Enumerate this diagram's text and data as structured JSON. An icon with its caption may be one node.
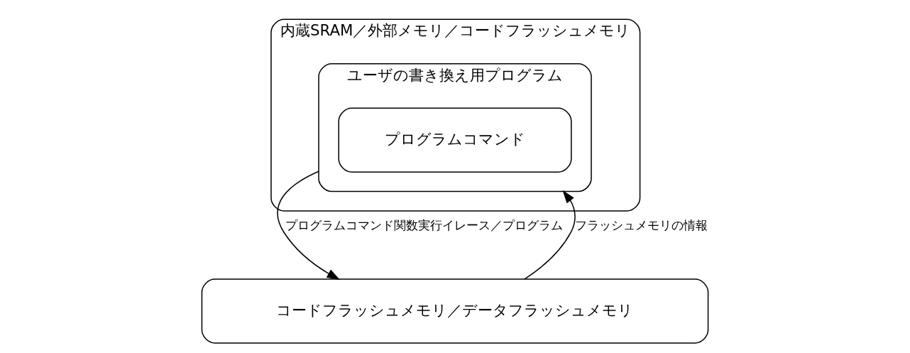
{
  "diagram": {
    "nodes": [
      {
        "text": [
          "内蔵SRAM／外部メモリ／コードフラッシュメモリ"
        ]
      },
      {
        "text": [
          "ユーザの書き換え用プログラム"
        ],
        "in": 0
      },
      {
        "text": [
          "プログラムコマンド"
        ],
        "in": 1
      },
      {
        "text": [
          "コードフラッシュメモリ／データフラッシュメモリ"
        ]
      }
    ],
    "edges": [
      {
        "from": 1,
        "to": 3,
        "arrow": "to",
        "label": "プログラムコマンド関数実行イレース／プログラム"
      },
      {
        "from": 3,
        "to": 1,
        "arrow": "to",
        "label": "フラッシュメモリの情報"
      }
    ]
  }
}
